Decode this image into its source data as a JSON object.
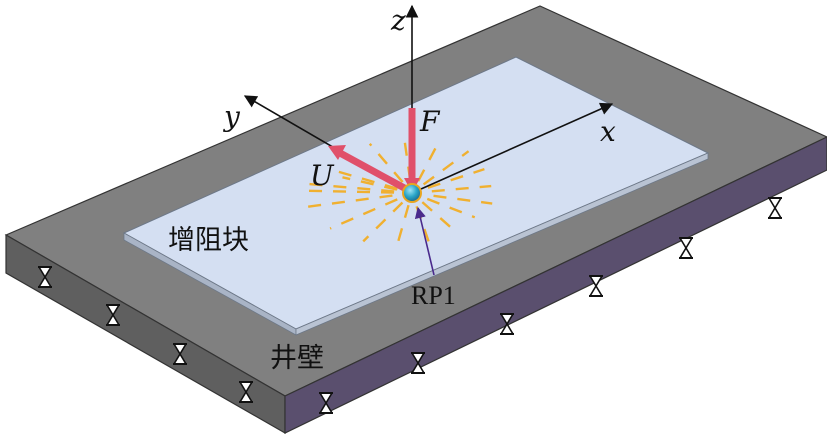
{
  "labels": {
    "axis_z": "z",
    "axis_y": "y",
    "axis_x": "x",
    "force": "F",
    "displacement": "U",
    "block": "增阻块",
    "wall": "井壁",
    "reference_point": "RP1"
  },
  "colors": {
    "slab_top": "#808080",
    "slab_front": "#5c5c5c",
    "slab_side": "#5a4f6e",
    "plate_top": "#d4dff2",
    "plate_edge": "#a9b4c6",
    "arrow_red": "#e0506a",
    "ray_orange": "#f0b030",
    "rp_dot": "#2aa6c8",
    "pointer": "#4a2a8c"
  },
  "icons": {
    "constraint": "hourglass-constraint-icon"
  }
}
